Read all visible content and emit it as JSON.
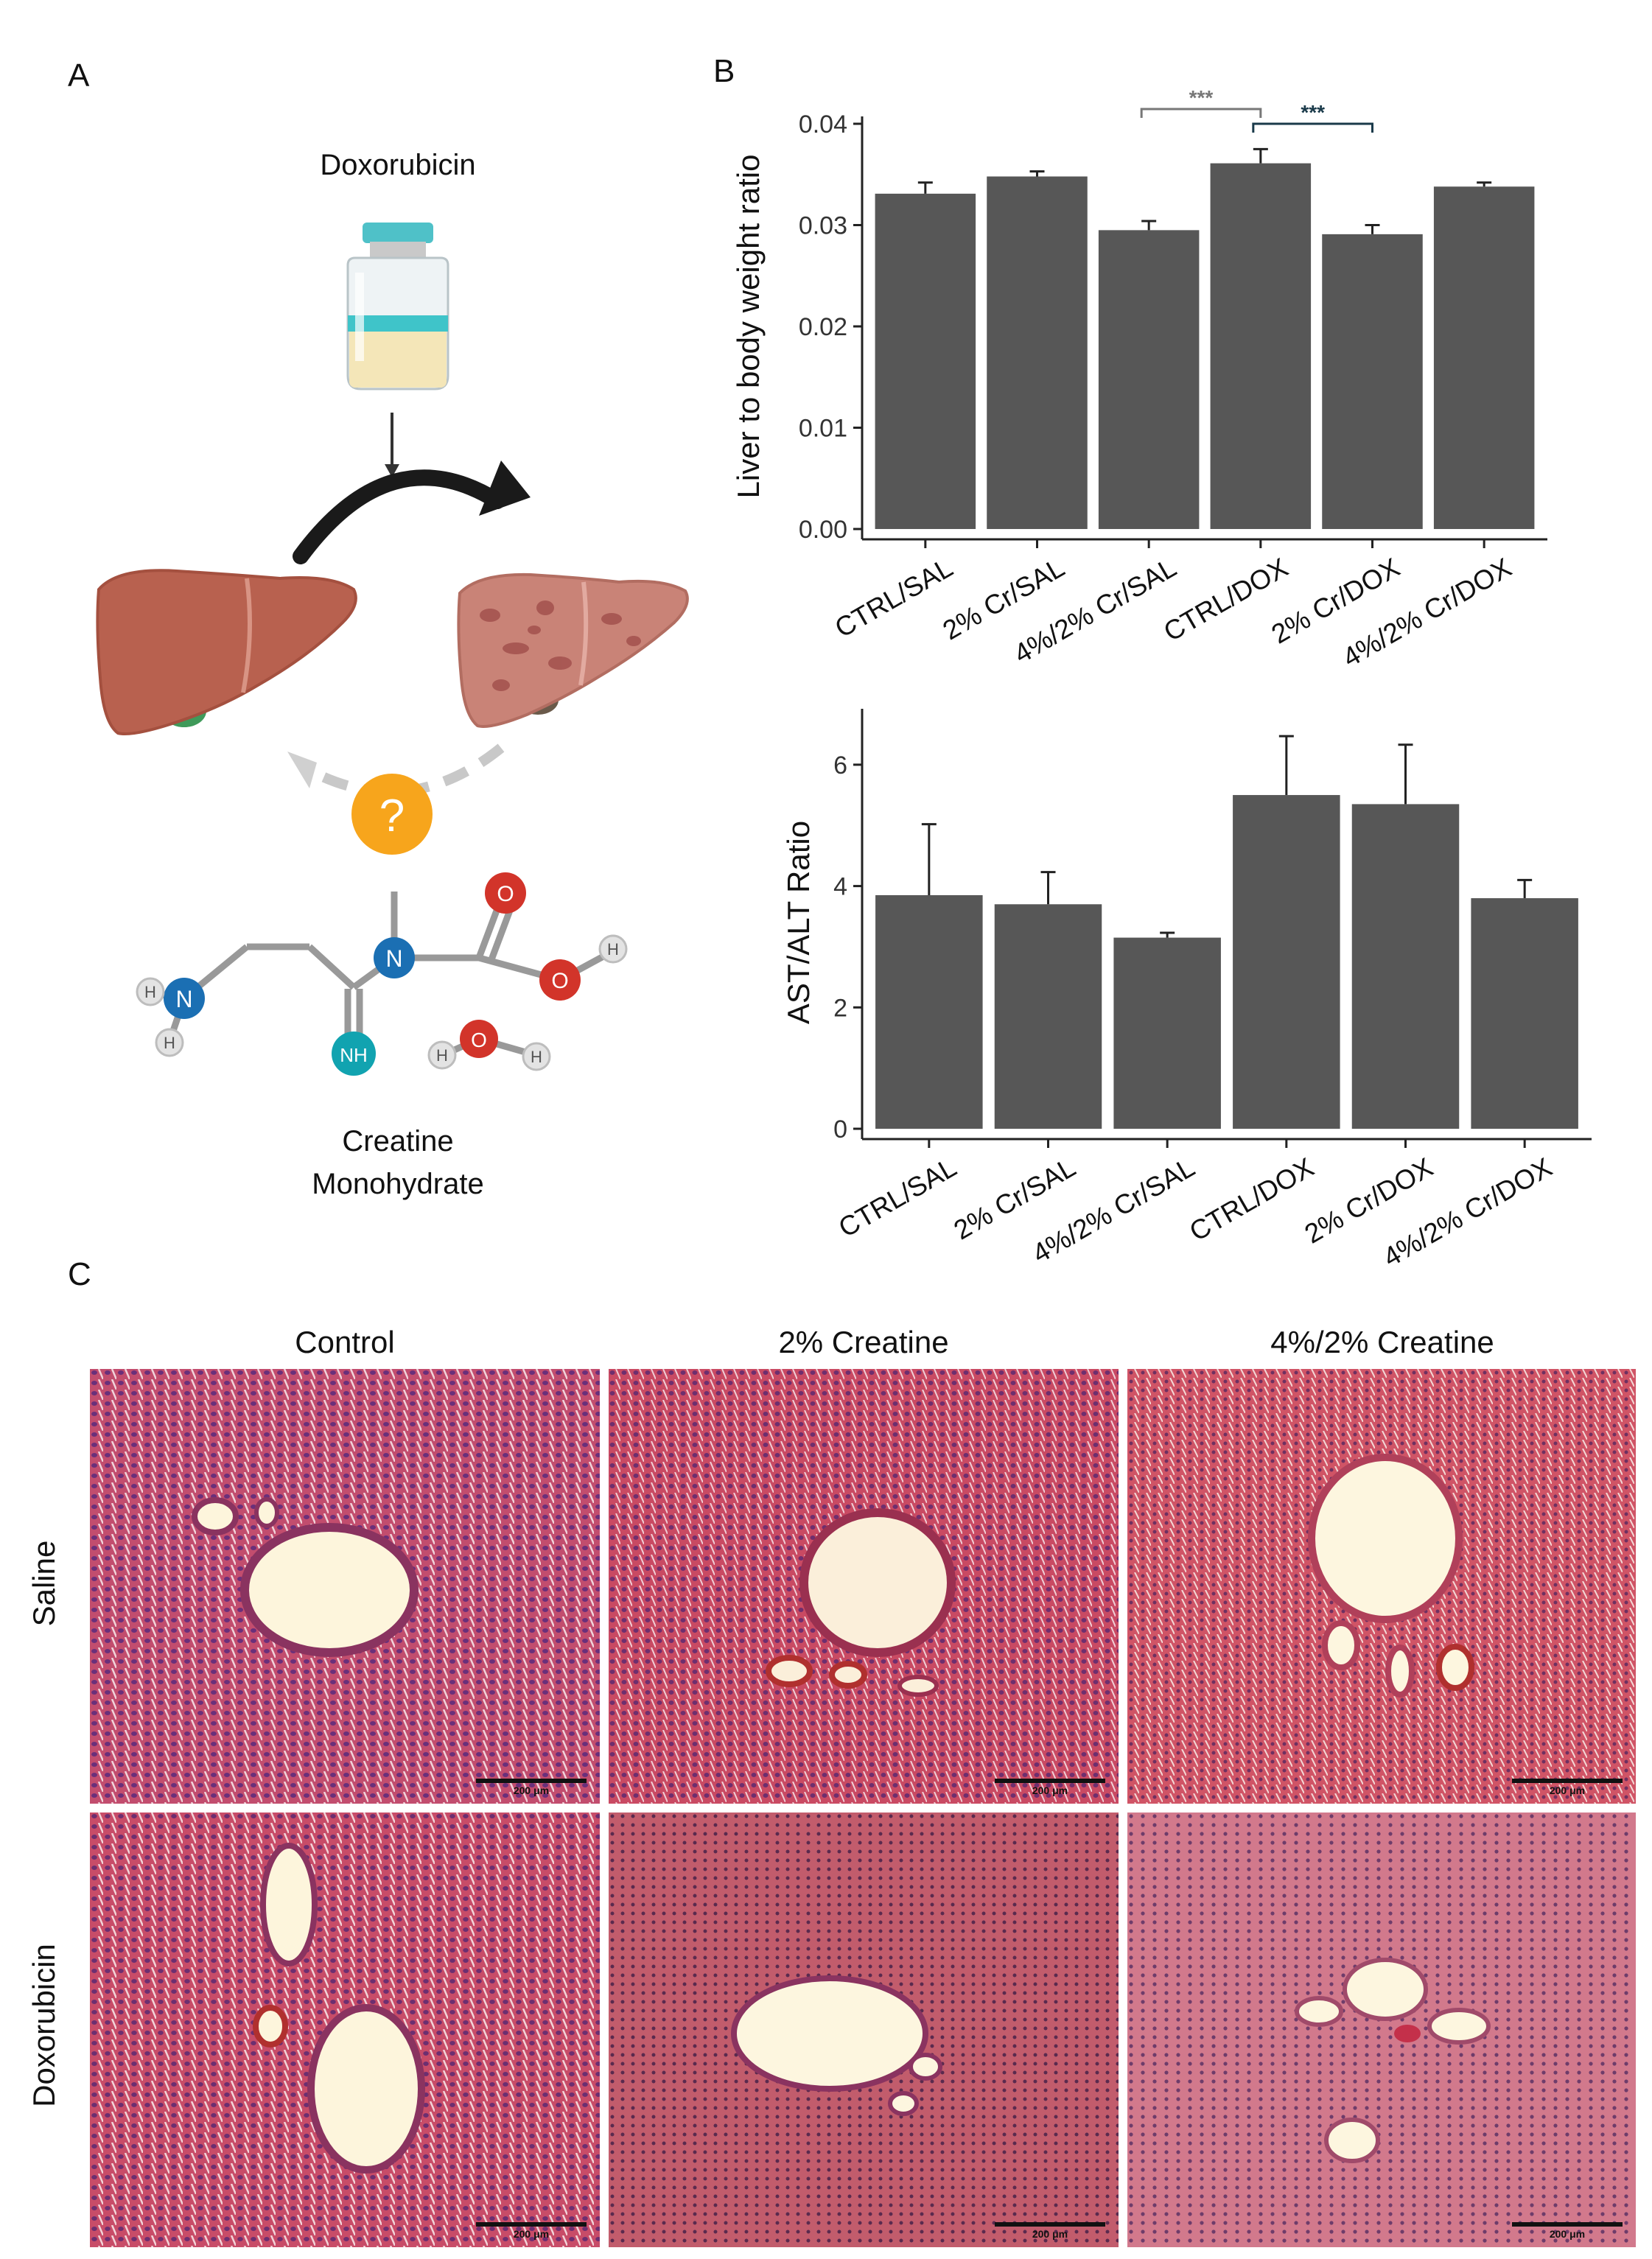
{
  "panels": {
    "a": "A",
    "b": "B",
    "c": "C"
  },
  "panel_a": {
    "drug_label": "Doxorubicin",
    "question_mark": "?",
    "molecule_name_line1": "Creatine",
    "molecule_name_line2": "Monohydrate",
    "atoms": {
      "n1": "N",
      "n2": "N",
      "nh": "NH",
      "o1": "O",
      "o2": "O",
      "o3": "O",
      "h": "H"
    }
  },
  "chart_data": [
    {
      "type": "bar",
      "ylabel": "Liver to body weight ratio",
      "categories": [
        "CTRL/SAL",
        "2% Cr/SAL",
        "4%/2% Cr/SAL",
        "CTRL/DOX",
        "2% Cr/DOX",
        "4%/2% Cr/DOX"
      ],
      "values": [
        0.0331,
        0.0348,
        0.0295,
        0.0361,
        0.0291,
        0.0338
      ],
      "errors": [
        0.0011,
        0.0005,
        0.0009,
        0.0014,
        0.0009,
        0.0004
      ],
      "ylim": [
        0,
        0.04
      ],
      "yticks": [
        "0.00",
        "0.01",
        "0.02",
        "0.03",
        "0.04"
      ],
      "ytick_values": [
        0,
        0.01,
        0.02,
        0.03,
        0.04
      ],
      "significance": [
        {
          "from": 2,
          "to": 3,
          "label": "***",
          "color": "#777777"
        },
        {
          "from": 3,
          "to": 4,
          "label": "***",
          "color": "#1a3a4a"
        }
      ],
      "bar_color": "#575757"
    },
    {
      "type": "bar",
      "ylabel": "AST/ALT Ratio",
      "categories": [
        "CTRL/SAL",
        "2% Cr/SAL",
        "4%/2% Cr/SAL",
        "CTRL/DOX",
        "2% Cr/DOX",
        "4%/2% Cr/DOX"
      ],
      "values": [
        3.85,
        3.7,
        3.15,
        5.5,
        5.35,
        3.8
      ],
      "errors": [
        1.17,
        0.53,
        0.08,
        0.97,
        0.98,
        0.3
      ],
      "ylim": [
        0,
        6.8
      ],
      "yticks": [
        "0",
        "2",
        "4",
        "6"
      ],
      "ytick_values": [
        0,
        2,
        4,
        6
      ],
      "bar_color": "#575757"
    }
  ],
  "panel_c": {
    "columns": [
      "Control",
      "2% Creatine",
      "4%/2% Creatine"
    ],
    "rows": [
      "Saline",
      "Doxorubicin"
    ],
    "scale_bar": "200 μm"
  }
}
